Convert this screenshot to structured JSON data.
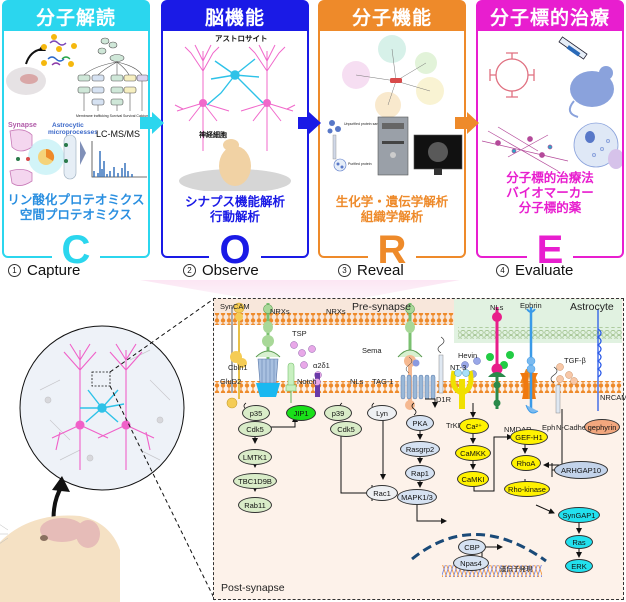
{
  "panels": [
    {
      "id": "capture",
      "title": "分子解読",
      "color": "#2bd6ee",
      "desc_color": "#2a8fe0",
      "desc": [
        "リン酸化プロテオミクス",
        "空間プロテオミクス"
      ],
      "letter": "C",
      "step_num": "1",
      "step_label": "Capture",
      "figure_labels": {
        "synapse": "Synapse",
        "astro": "Astrocytic",
        "astro2": "microprocesses",
        "lcms": "LC-MS/MS",
        "pathway_out": [
          "Membrane trafficking",
          "Survival",
          "Survival",
          "Calcium signaling",
          "Apoptosis"
        ]
      }
    },
    {
      "id": "observe",
      "title": "脳機能",
      "color": "#1a1ae6",
      "desc_color": "#1a1ae6",
      "desc": [
        "シナプス機能解析",
        "行動解析"
      ],
      "letter": "O",
      "step_num": "2",
      "step_label": "Observe",
      "figure_labels": {
        "astrocyte": "アストロサイト",
        "neuron": "神経細胞"
      }
    },
    {
      "id": "reveal",
      "title": "分子機能",
      "color": "#ee8a2a",
      "desc_color": "#ee8a2a",
      "desc": [
        "生化学・遺伝学解析",
        "組織学解析"
      ],
      "letter": "R",
      "step_num": "3",
      "step_label": "Reveal",
      "figure_labels": {
        "unpurified": "Unpurified protein sample",
        "purified": "Purified protein"
      }
    },
    {
      "id": "evaluate",
      "title": "分子標的治療",
      "color": "#e81ecf",
      "desc_color": "#e81ecf",
      "desc": [
        "分子標的治療法",
        "バイオマーカー",
        "分子標的薬"
      ],
      "letter": "E",
      "step_num": "4",
      "step_label": "Evaluate"
    }
  ],
  "pathway": {
    "region_labels": {
      "pre": "Pre-synapse",
      "post": "Post-synapse",
      "astro": "Astrocyte"
    },
    "membrane_labels": {
      "syncam": "SynCAM",
      "nrxs1": "NRXs",
      "nrxs2": "NRXs",
      "tsp": "TSP",
      "a2d1": "α2δ1",
      "sema": "Sema",
      "hevin": "Hevin",
      "nt3": "NT-3",
      "nls_astro": "NLs",
      "ephrin": "Ephrin",
      "tgfb": "TGF-β",
      "cbln1": "Cbln1",
      "glud2": "GluD2",
      "notch": "Notch",
      "nls": "NLs",
      "tag1": "TAG-1",
      "d1r": "D1R",
      "trkr": "TrKR",
      "nmdar": "NMDAR",
      "eph": "Eph",
      "ncad": "N-Cadherin",
      "nrcam": "NRCAM",
      "gene_expr": "遺伝子発現"
    },
    "nodes": {
      "p35": "p35",
      "cdk5a": "Cdk5",
      "jip1": "JIP1",
      "lmtk1": "LMTK1",
      "tbc": "TBC1D9B",
      "rab11": "Rab11",
      "p39": "p39",
      "cdk5b": "Cdk5",
      "lyn": "Lyn",
      "rac1": "Rac1",
      "pka": "PKA",
      "rasgrp2": "Rasgrp2",
      "rap1": "Rap1",
      "mapk": "MAPK1/3",
      "cbp": "CBP",
      "npas4": "Npas4",
      "ca": "Ca²⁺",
      "camkk": "CaMKK",
      "camki": "CaMKI",
      "gefh1": "GEF-H1",
      "rhoa": "RhoA",
      "arhgap10": "ARHGAP10",
      "rhok": "Rho-kinase",
      "syngap1": "SynGAP1",
      "ras": "Ras",
      "erk": "ERK",
      "gephyrin": "gephyrin"
    }
  }
}
